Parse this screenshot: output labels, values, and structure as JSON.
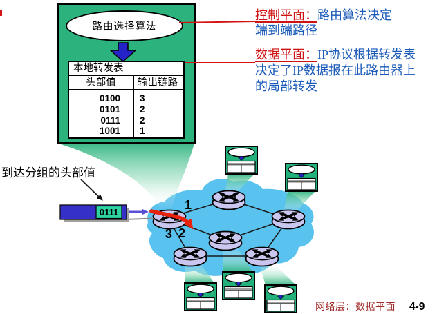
{
  "slide": {
    "control_box": {
      "algorithm_label": "路由选择算法",
      "forwarding_table": {
        "title": "本地转发表",
        "columns": [
          "头部值",
          "输出链路"
        ],
        "rows": [
          [
            "0100",
            "3"
          ],
          [
            "0101",
            "2"
          ],
          [
            "0111",
            "2"
          ],
          [
            "1001",
            "1"
          ]
        ]
      }
    },
    "callouts": {
      "control_plane": {
        "label": "控制平面：",
        "line1": "路由算法决定",
        "line2": "端到端路径"
      },
      "data_plane": {
        "label": "数据平面：",
        "line1": "IP协议根据转发表",
        "line2": "决定了IP数据报在此路由器上",
        "line3": "的局部转发"
      }
    },
    "arriving_packet_label": "到达分组的头部值",
    "packet_header_value": "0111",
    "port_labels": [
      "1",
      "2",
      "3"
    ],
    "footer": {
      "section": "网络层：数据平面",
      "page": "4-9"
    },
    "colors": {
      "box_green": "#2cb27c",
      "cloud_blue": "#5ac2ee",
      "router_fill": "#c9c6ef",
      "packet_blue": "#3530c8",
      "packet_tag_green": "#2ed3a2",
      "callout_red": "#cf1313",
      "callout_text_blue": "#1a5ab8",
      "footer_red": "#9e2b28",
      "arrow_blue": "#2323c8",
      "path_arrow_red": "#e8220a"
    }
  }
}
